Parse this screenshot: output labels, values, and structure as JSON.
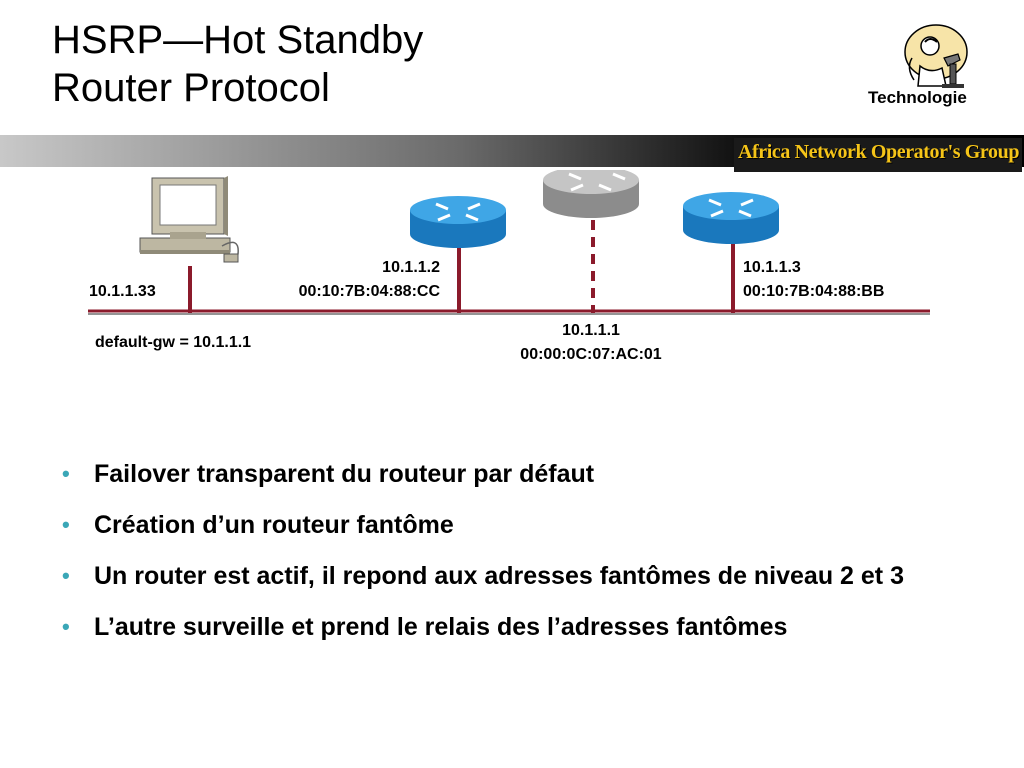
{
  "slide": {
    "title_line1": "HSRP—Hot Standby",
    "title_line2": "Router Protocol",
    "tech_label": "Technologie",
    "brand": "Africa Network Operator's Group"
  },
  "diagram": {
    "host_ip": "10.1.1.33",
    "host_gw": "default-gw = 10.1.1.1",
    "router_left_ip": "10.1.1.2",
    "router_left_mac": "00:10:7B:04:88:CC",
    "router_right_ip": "10.1.1.3",
    "router_right_mac": "00:10:7B:04:88:BB",
    "virtual_ip": "10.1.1.1",
    "virtual_mac": "00:00:0C:07:AC:01"
  },
  "bullets": [
    "Failover transparent du routeur par défaut",
    "Création d’un routeur fantôme",
    "Un router est actif, il repond aux adresses fantômes de niveau 2 et 3",
    "L’autre surveille et prend le relais des l’adresses fantômes"
  ],
  "colors": {
    "bullet": "#3aa7b7",
    "router_active": "#1f8fd6",
    "router_virtual": "#a9a9a9",
    "link": "#8b1a2b",
    "brand_text": "#f5c418"
  },
  "icons": {
    "logo": "scientist-microscope-icon",
    "host": "computer-icon",
    "routers": "router-icon"
  }
}
